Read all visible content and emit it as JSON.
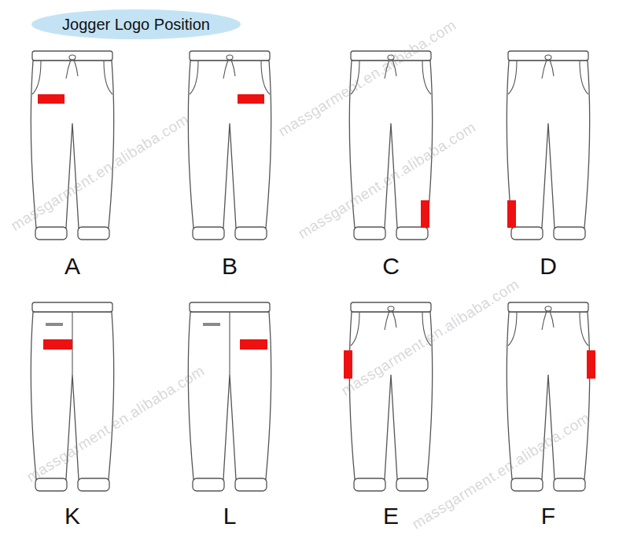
{
  "diagram": {
    "nodes": [
      {
        "text": [
          "Jogger Logo Position"
        ]
      }
    ],
    "labels": [
      "A",
      "B",
      "C",
      "D",
      "K",
      "L",
      "E",
      "F",
      "massgarment.en.alibaba.com",
      "massgarment.en.alibaba.com",
      "massgarment.en.alibaba.com",
      "massgarment.en.alibaba.com",
      "massgarment.en.alibaba.com",
      "massgarment.en.alibaba.com"
    ]
  }
}
